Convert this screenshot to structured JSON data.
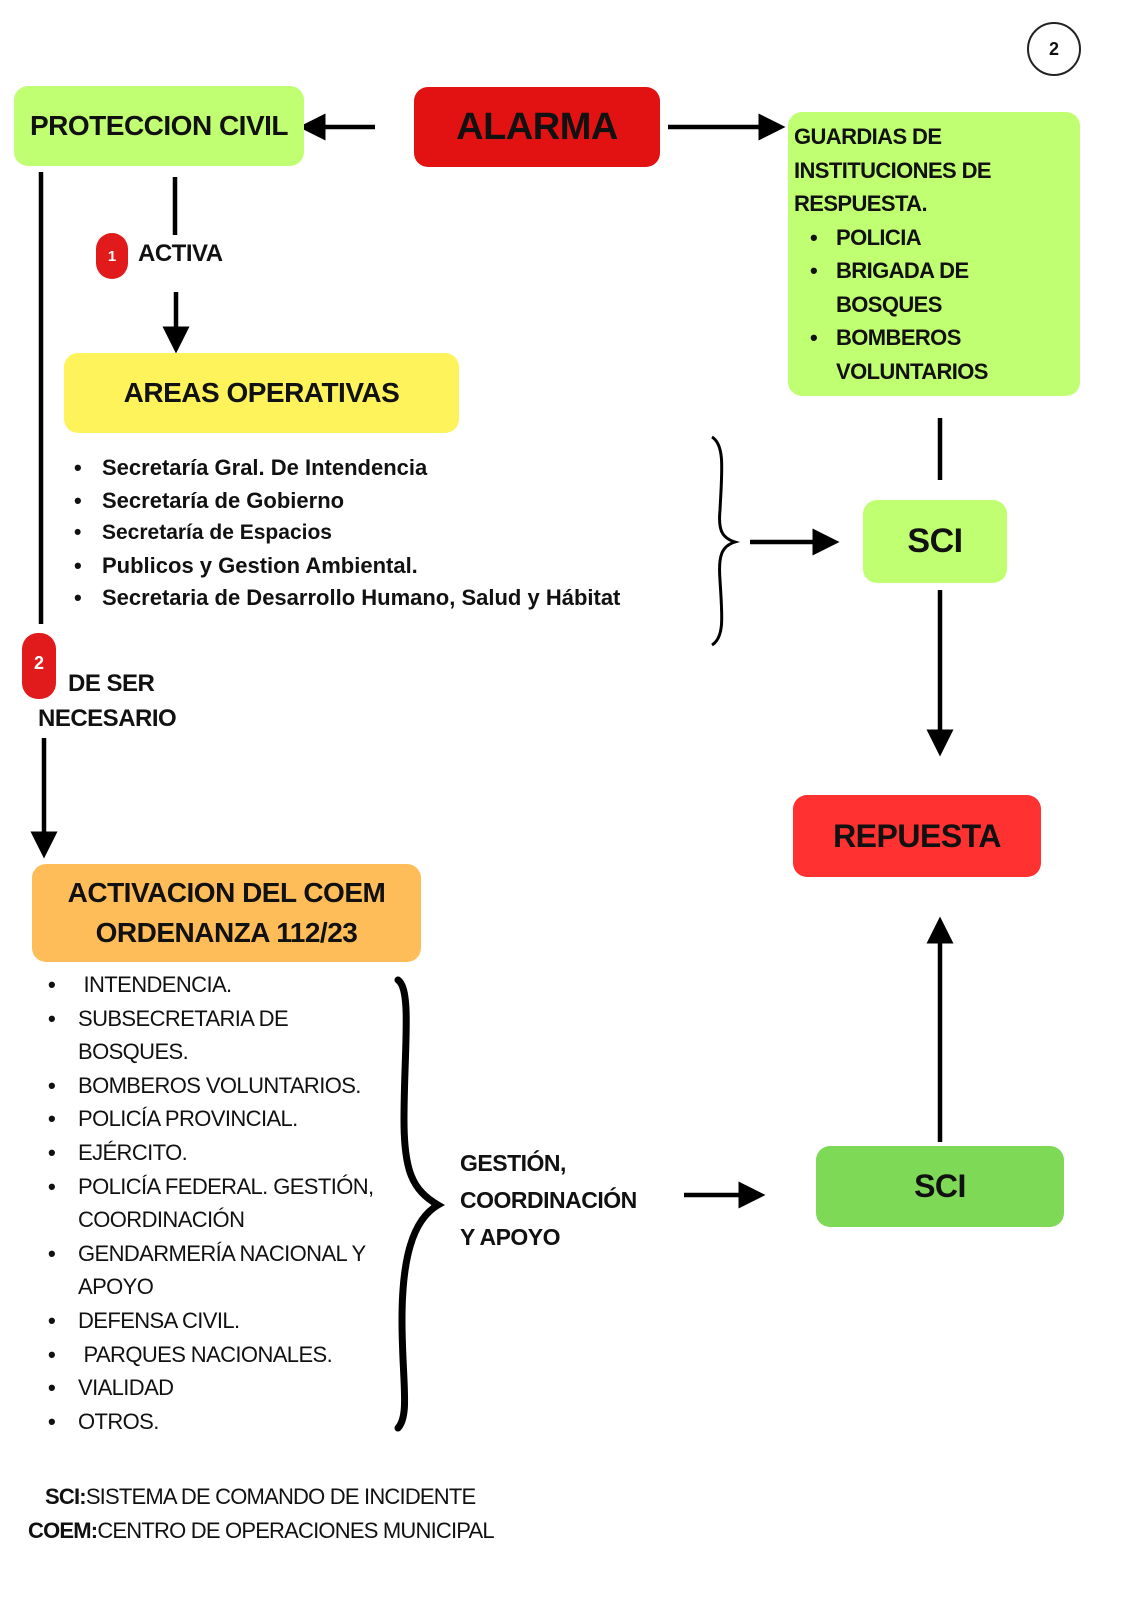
{
  "page_number": "2",
  "colors": {
    "light_green": "#c1ff72",
    "red": "#e21212",
    "bright_red": "#ff3131",
    "yellow": "#fff35c",
    "orange": "#ffbd59",
    "medium_green": "#7ed957",
    "badge_red": "#e11b1b"
  },
  "nodes": {
    "proteccion_civil": "PROTECCION CIVIL",
    "alarma": "ALARMA",
    "guardias": {
      "title_lines": [
        "GUARDIAS DE",
        "INSTITUCIONES DE",
        "RESPUESTA."
      ],
      "items": [
        "POLICIA",
        "BRIGADA DE BOSQUES",
        "BOMBEROS VOLUNTARIOS"
      ]
    },
    "areas_operativas": "AREAS OPERATIVAS",
    "sci_top": "SCI",
    "repuesta": "REPUESTA",
    "coem_line1": "ACTIVACION DEL COEM",
    "coem_line2": "ORDENANZA 112/23",
    "sci_bottom": "SCI"
  },
  "steps": {
    "step1": {
      "badge": "1",
      "label": "ACTIVA"
    },
    "step2": {
      "badge": "2",
      "label_line1": "DE SER",
      "label_line2": "NECESARIO"
    }
  },
  "areas_list": [
    "Secretaría Gral. De Intendencia",
    "Secretaría de Gobierno",
    "Secretaría de Espacios",
    "Publicos y Gestion Ambiental.",
    "Secretaria de Desarrollo Humano, Salud y Hábitat"
  ],
  "coem_list": [
    " INTENDENCIA.",
    "SUBSECRETARIA DE BOSQUES.",
    "BOMBEROS VOLUNTARIOS.",
    "POLICÍA PROVINCIAL.",
    "EJÉRCITO.",
    "POLICÍA FEDERAL. GESTIÓN, COORDINACIÓN",
    "GENDARMERÍA NACIONAL Y APOYO",
    "DEFENSA CIVIL.",
    " PARQUES NACIONALES.",
    "VIALIDAD",
    "OTROS."
  ],
  "gestion_label": [
    "GESTIÓN,",
    "COORDINACIÓN",
    "Y APOYO"
  ],
  "legend": [
    {
      "abbr": "SCI:",
      "text": "SISTEMA DE COMANDO DE INCIDENTE"
    },
    {
      "abbr": "COEM:",
      "text": "CENTRO DE OPERACIONES MUNICIPAL"
    }
  ]
}
